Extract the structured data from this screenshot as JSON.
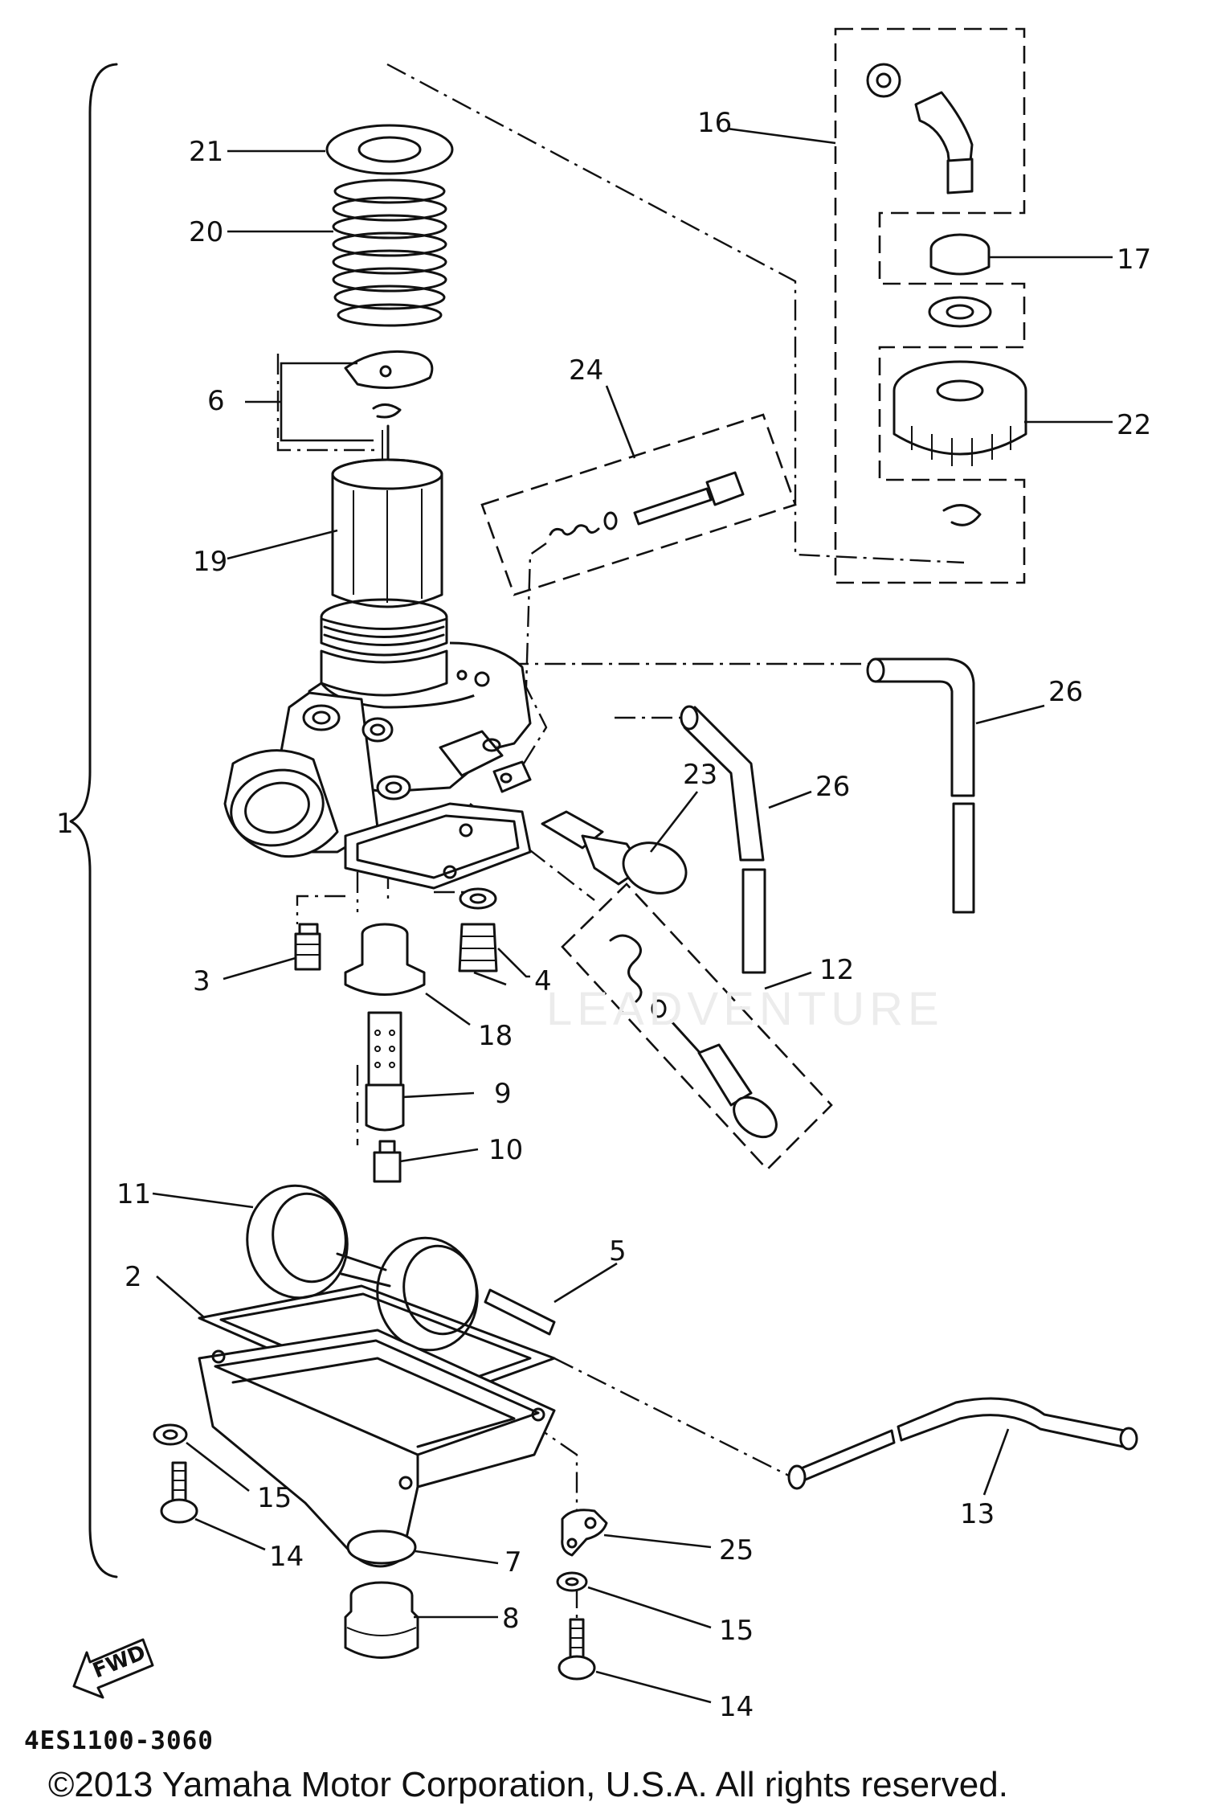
{
  "diagram": {
    "callouts": [
      "1",
      "2",
      "3",
      "4",
      "5",
      "6",
      "7",
      "8",
      "9",
      "10",
      "11",
      "12",
      "13",
      "14",
      "14",
      "15",
      "15",
      "16",
      "17",
      "18",
      "19",
      "20",
      "21",
      "22",
      "23",
      "24",
      "25",
      "26",
      "26"
    ],
    "direction_arrow": "FWD",
    "watermark": "LEADVENTURE"
  },
  "footer": {
    "part_code": "4ES1100-3060",
    "copyright": "©2013 Yamaha Motor Corporation, U.S.A. All rights reserved."
  }
}
